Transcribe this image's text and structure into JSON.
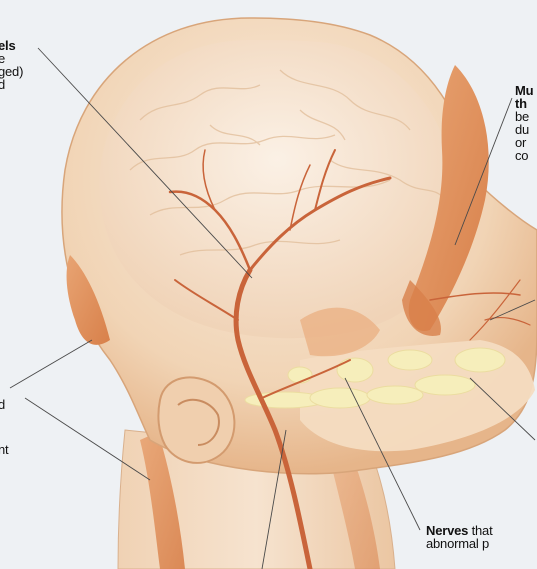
{
  "labels": {
    "vessels": {
      "title": "els",
      "lines": [
        "e",
        "ged)",
        "d"
      ]
    },
    "muscles": {
      "title_lines": [
        "Mu",
        "th"
      ],
      "lines": [
        "be",
        "du",
        "or",
        "co"
      ]
    },
    "left": {
      "lines": [
        "d",
        "nt"
      ]
    },
    "nerves": {
      "title": "Nerves",
      "rest": "that",
      "line2": "abnormal p"
    }
  },
  "colors": {
    "background": "#eef1f4",
    "skin": "#f2d9bd",
    "muscle": "#e3945f",
    "artery": "#c9643a",
    "nerve": "#f6eebb",
    "leader": "#4a4a4a"
  }
}
